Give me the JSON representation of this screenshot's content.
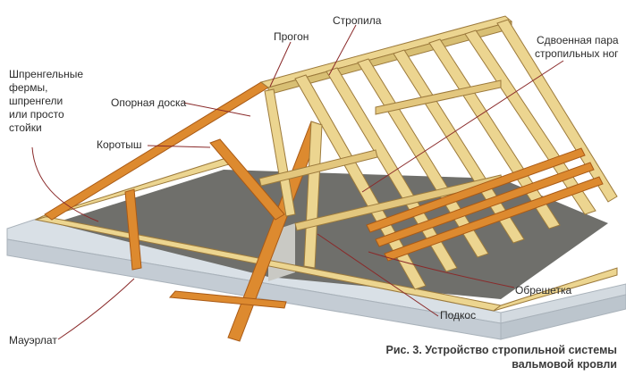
{
  "labels": {
    "shprengel": [
      "Шпренгельные",
      "фермы,",
      "шпренгели",
      "или просто",
      "стойки"
    ],
    "progon": "Прогон",
    "stropila": "Стропила",
    "sdvoennaya": [
      "Сдвоенная пара",
      "стропильных ног"
    ],
    "opornaya": "Опорная доска",
    "korotysh": "Коротыш",
    "obreshetka": "Обрешетка",
    "podkos": "Подкос",
    "mauerlat": "Мауэрлат"
  },
  "caption": [
    "Рис. 3. Устройство стропильной системы",
    "вальмовой кровли"
  ],
  "colors": {
    "timber_light": "#ecd590",
    "timber_edge": "#9c7a3c",
    "timber_orange": "#dd8a2f",
    "timber_orange_dark": "#a95a16",
    "wall_top": "#d9e0e6",
    "wall_side": "#c4ccd4",
    "interior": "#6f6f6b",
    "leader": "#8a2a2a"
  }
}
